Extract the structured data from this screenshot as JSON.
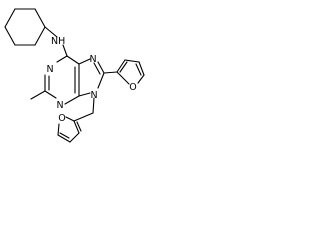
{
  "molecule": {
    "atoms": {
      "nh_label": "NH",
      "n1_label": "N",
      "n3_label": "N",
      "n7_label": "N",
      "n9_label": "N",
      "o_furan_top_label": "O",
      "o_furan_bottom_label": "O"
    }
  }
}
